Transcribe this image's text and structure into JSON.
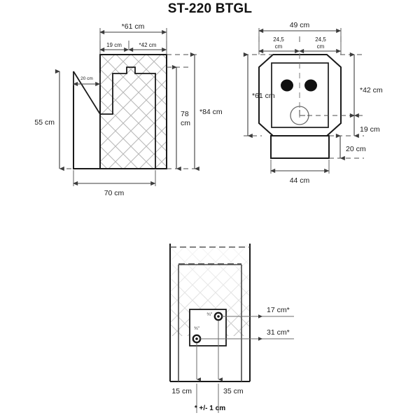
{
  "title": "ST-220 BTGL",
  "footnote": "* +/- 1 cm",
  "colors": {
    "outline": "#1a1a1a",
    "hatch": "#b8b8b8",
    "dimension_line": "#4d4d4d",
    "text": "#1a1a1a",
    "background": "#ffffff",
    "knob_fill": "#111111"
  },
  "views": {
    "side": {
      "name": "side-elevation",
      "dimensions": {
        "total_width_top": "*61 cm",
        "segment_left": "19 cm",
        "segment_right": "*42 cm",
        "ledge_offset": "20 cm",
        "height_left": "55 cm",
        "height_body": "78 cm",
        "height_total": "*84 cm",
        "base_width": "70 cm"
      }
    },
    "front": {
      "name": "front-elevation",
      "dimensions": {
        "total_width": "49 cm",
        "half_left": "24,5 cm",
        "half_right": "24,5 cm",
        "height_total": "*61 cm",
        "height_upper": "*42 cm",
        "height_mid": "19 cm",
        "height_base": "20 cm",
        "base_width": "44 cm"
      }
    },
    "plan": {
      "name": "rear-connection-view",
      "dimensions": {
        "port_upper_height": "17 cm*",
        "port_lower_height": "31 cm*",
        "offset_left": "15 cm",
        "offset_right": "35 cm"
      },
      "ports": [
        {
          "label": "¾\"",
          "name": "port-upper"
        },
        {
          "label": "¾\"",
          "name": "port-lower"
        }
      ]
    }
  }
}
